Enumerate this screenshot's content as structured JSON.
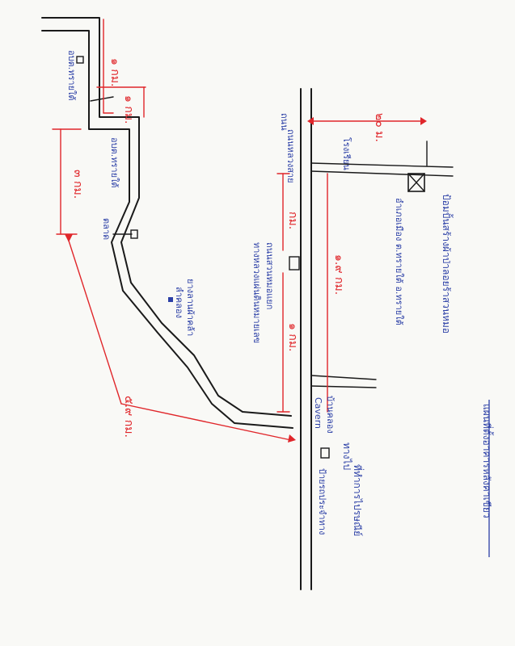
{
  "title": "แผนที่ตั้งอาคารหลังคาเขียว",
  "labels": {
    "place_main": "ป้อมปั้นสร้างผ้าป่าลอยร้าสวนหมอ",
    "place_main_line2": "อำเภอเมือง ต.ทรายใต้ อ.ทรายใต้",
    "school": "โรงเรียน",
    "village": "บ้านคลอง",
    "market": "ตลาด",
    "road_top": "ถนน",
    "road_top2": "ถนนหลวงสาย",
    "left_vertical": "อบต.ทรายใต้",
    "house_label": "อบต.ทรายใต้",
    "curve_label": "ยางลานผ้าคล้า",
    "curve_label2": "ลำคลอง",
    "mid_label": "ทางหลวงแผ่นดินหมายเลข",
    "mid_label2": "ถนนสวนหมอแยก",
    "bottom_label": "ทางไป",
    "bottom_label2": "ที่ทำการไปรษณีย์",
    "bottom_side": "ป้ายรถประจำทาง",
    "bottom_small": "Cavern"
  },
  "distances": {
    "d1": "๑ กม.",
    "d2": "๑ กม.",
    "d3": "๓ กม.",
    "d4": "๕.๙ กม.",
    "d5": "๑.๙ กม.",
    "d6": "๑ กม.",
    "d7": "กม.",
    "d8": "๒๐ ม."
  }
}
